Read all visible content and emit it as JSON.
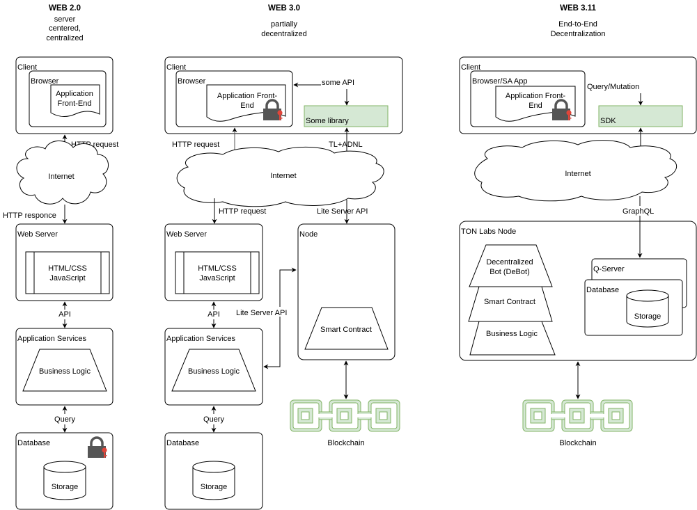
{
  "columns": {
    "web20": {
      "title": "WEB 2.0",
      "subtitle": [
        "server",
        "centered,",
        "centralized"
      ],
      "client": "Client",
      "browser": "Browser",
      "frontend": [
        "Application",
        "Front-End"
      ],
      "edge_up": "HTTP request",
      "internet": "Internet",
      "edge_down": "HTTP responce",
      "web_server": "Web Server",
      "web_content": [
        "HTML/CSS",
        "JavaScript"
      ],
      "edge_api": "API",
      "app_services": "Application Services",
      "business_logic": "Business Logic",
      "edge_query": "Query",
      "database": "Database",
      "storage": "Storage"
    },
    "web30": {
      "title": "WEB 3.0",
      "subtitle": [
        "partially",
        "decentralized"
      ],
      "client": "Client",
      "browser": "Browser",
      "frontend": [
        "Application Front-",
        "End"
      ],
      "some_api": "some API",
      "library": "Some library",
      "edge_up_left": "HTTP request",
      "edge_up_right": "TL+ADNL",
      "internet": "Internet",
      "edge_down_left": "HTTP request",
      "edge_down_right": "Lite Server API",
      "web_server": "Web Server",
      "web_content": [
        "HTML/CSS",
        "JavaScript"
      ],
      "edge_api": "API",
      "edge_lite": "Lite Server API",
      "app_services": "Application Services",
      "business_logic": "Business Logic",
      "edge_query": "Query",
      "database": "Database",
      "storage": "Storage",
      "node": "Node",
      "smart_contract": "Smart Contract",
      "blockchain": "Blockchain"
    },
    "web311": {
      "title": "WEB 3.11",
      "subtitle": [
        "End-to-End",
        "Decentralization"
      ],
      "client": "Client",
      "browser": "Browser/SA App",
      "frontend": [
        "Application Front-",
        "End"
      ],
      "query_mutation": "Query/Mutation",
      "sdk": "SDK",
      "internet": "Internet",
      "edge_graphql": "GraphQL",
      "ton_node": "TON Labs Node",
      "debot": [
        "Decentralized",
        "Bot (DeBot)"
      ],
      "smart_contract": "Smart Contract",
      "business_logic": "Business Logic",
      "q_server": "Q-Server",
      "database": "Database",
      "storage": "Storage",
      "blockchain": "Blockchain"
    }
  },
  "colors": {
    "library_fill": "#d5e8d4",
    "library_stroke": "#82b366",
    "lock_body": "#555555",
    "key": "#e0453a"
  }
}
